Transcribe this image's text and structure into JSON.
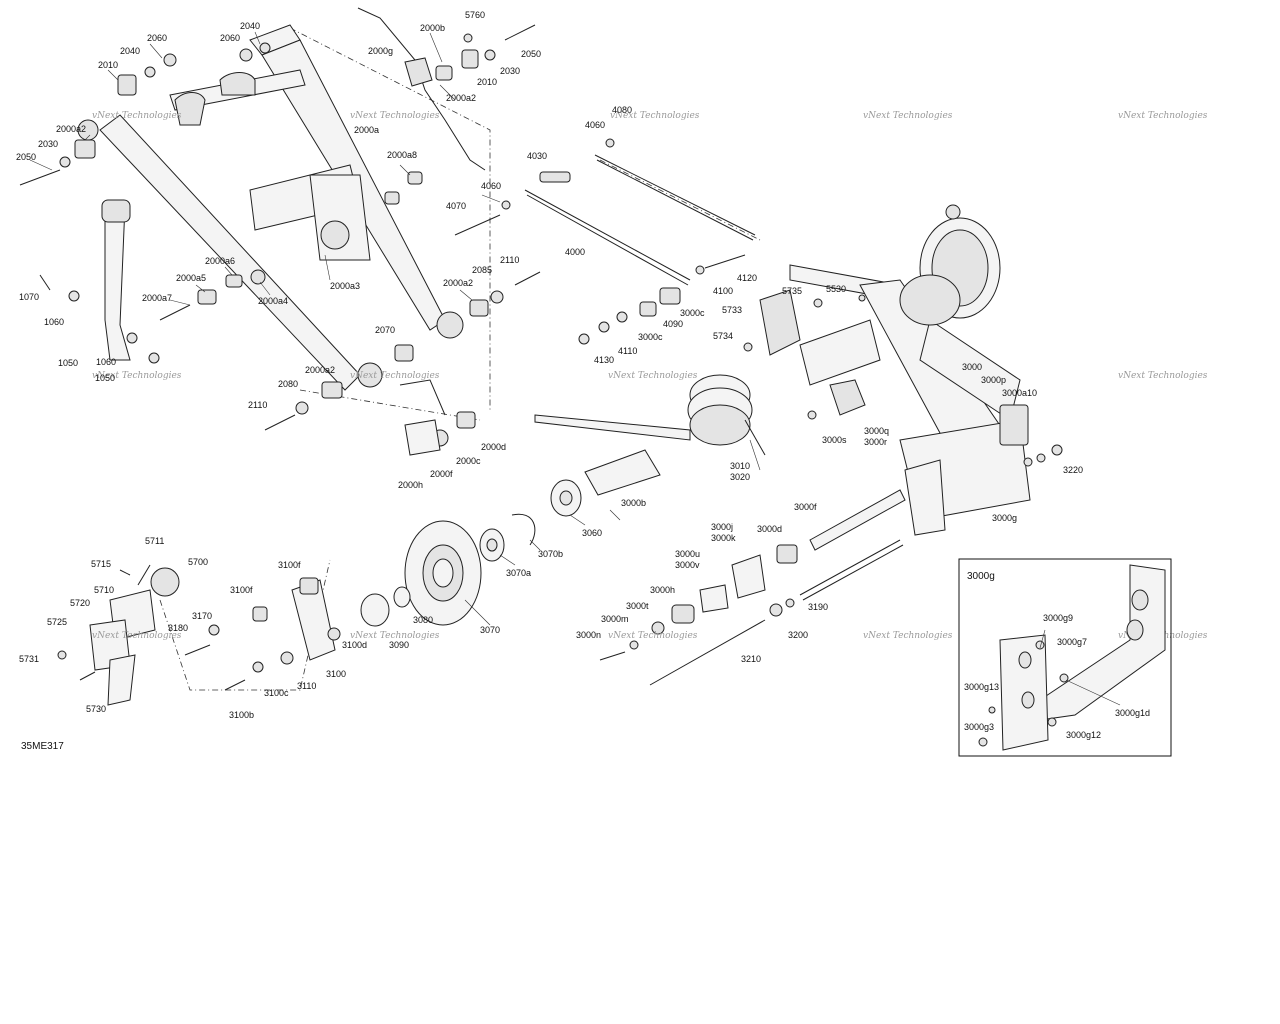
{
  "diagram": {
    "reference_code": "35ME317",
    "watermark_text": "vNext Technologies",
    "inset": {
      "title": "3000g"
    },
    "callouts": [
      {
        "label": "2040"
      },
      {
        "label": "2060"
      },
      {
        "label": "2040"
      },
      {
        "label": "2060"
      },
      {
        "label": "2010"
      },
      {
        "label": "2000b"
      },
      {
        "label": "5760"
      },
      {
        "label": "2000g"
      },
      {
        "label": "2050"
      },
      {
        "label": "2030"
      },
      {
        "label": "2010"
      },
      {
        "label": "2000a2"
      },
      {
        "label": "2000a2"
      },
      {
        "label": "2030"
      },
      {
        "label": "2050"
      },
      {
        "label": "2000a"
      },
      {
        "label": "2000a8"
      },
      {
        "label": "4080"
      },
      {
        "label": "4060"
      },
      {
        "label": "4030"
      },
      {
        "label": "4060"
      },
      {
        "label": "4070"
      },
      {
        "label": "4000"
      },
      {
        "label": "2000a6"
      },
      {
        "label": "2000a5"
      },
      {
        "label": "2000a7"
      },
      {
        "label": "2000a4"
      },
      {
        "label": "2000a3"
      },
      {
        "label": "2110"
      },
      {
        "label": "2085"
      },
      {
        "label": "2000a2"
      },
      {
        "label": "1070"
      },
      {
        "label": "1060"
      },
      {
        "label": "1060"
      },
      {
        "label": "1050"
      },
      {
        "label": "1050"
      },
      {
        "label": "2070"
      },
      {
        "label": "2000a2"
      },
      {
        "label": "2080"
      },
      {
        "label": "2110"
      },
      {
        "label": "2000d"
      },
      {
        "label": "2000c"
      },
      {
        "label": "2000f"
      },
      {
        "label": "2000h"
      },
      {
        "label": "4120"
      },
      {
        "label": "4100"
      },
      {
        "label": "3000c"
      },
      {
        "label": "4090"
      },
      {
        "label": "3000c"
      },
      {
        "label": "4110"
      },
      {
        "label": "4130"
      },
      {
        "label": "5735"
      },
      {
        "label": "5530"
      },
      {
        "label": "5733"
      },
      {
        "label": "5734"
      },
      {
        "label": "3000"
      },
      {
        "label": "3000p"
      },
      {
        "label": "3000a10"
      },
      {
        "label": "3000s"
      },
      {
        "label": "3000q"
      },
      {
        "label": "3000r"
      },
      {
        "label": "3220"
      },
      {
        "label": "3010"
      },
      {
        "label": "3020"
      },
      {
        "label": "3000b"
      },
      {
        "label": "3060"
      },
      {
        "label": "3070b"
      },
      {
        "label": "3070a"
      },
      {
        "label": "3070"
      },
      {
        "label": "3000g"
      },
      {
        "label": "3000f"
      },
      {
        "label": "3000j"
      },
      {
        "label": "3000k"
      },
      {
        "label": "3000d"
      },
      {
        "label": "3000u"
      },
      {
        "label": "3000v"
      },
      {
        "label": "3000h"
      },
      {
        "label": "3000t"
      },
      {
        "label": "3000m"
      },
      {
        "label": "3000n"
      },
      {
        "label": "3190"
      },
      {
        "label": "3200"
      },
      {
        "label": "3210"
      },
      {
        "label": "5711"
      },
      {
        "label": "5700"
      },
      {
        "label": "5715"
      },
      {
        "label": "5710"
      },
      {
        "label": "5720"
      },
      {
        "label": "5725"
      },
      {
        "label": "5731"
      },
      {
        "label": "5730"
      },
      {
        "label": "3100f"
      },
      {
        "label": "3100f"
      },
      {
        "label": "3170"
      },
      {
        "label": "3180"
      },
      {
        "label": "3100d"
      },
      {
        "label": "3090"
      },
      {
        "label": "3080"
      },
      {
        "label": "3100"
      },
      {
        "label": "3110"
      },
      {
        "label": "3100c"
      },
      {
        "label": "3100b"
      },
      {
        "label": "3000g9"
      },
      {
        "label": "3000g7"
      },
      {
        "label": "3000g13"
      },
      {
        "label": "3000g1d"
      },
      {
        "label": "3000g3"
      },
      {
        "label": "3000g12"
      }
    ]
  }
}
